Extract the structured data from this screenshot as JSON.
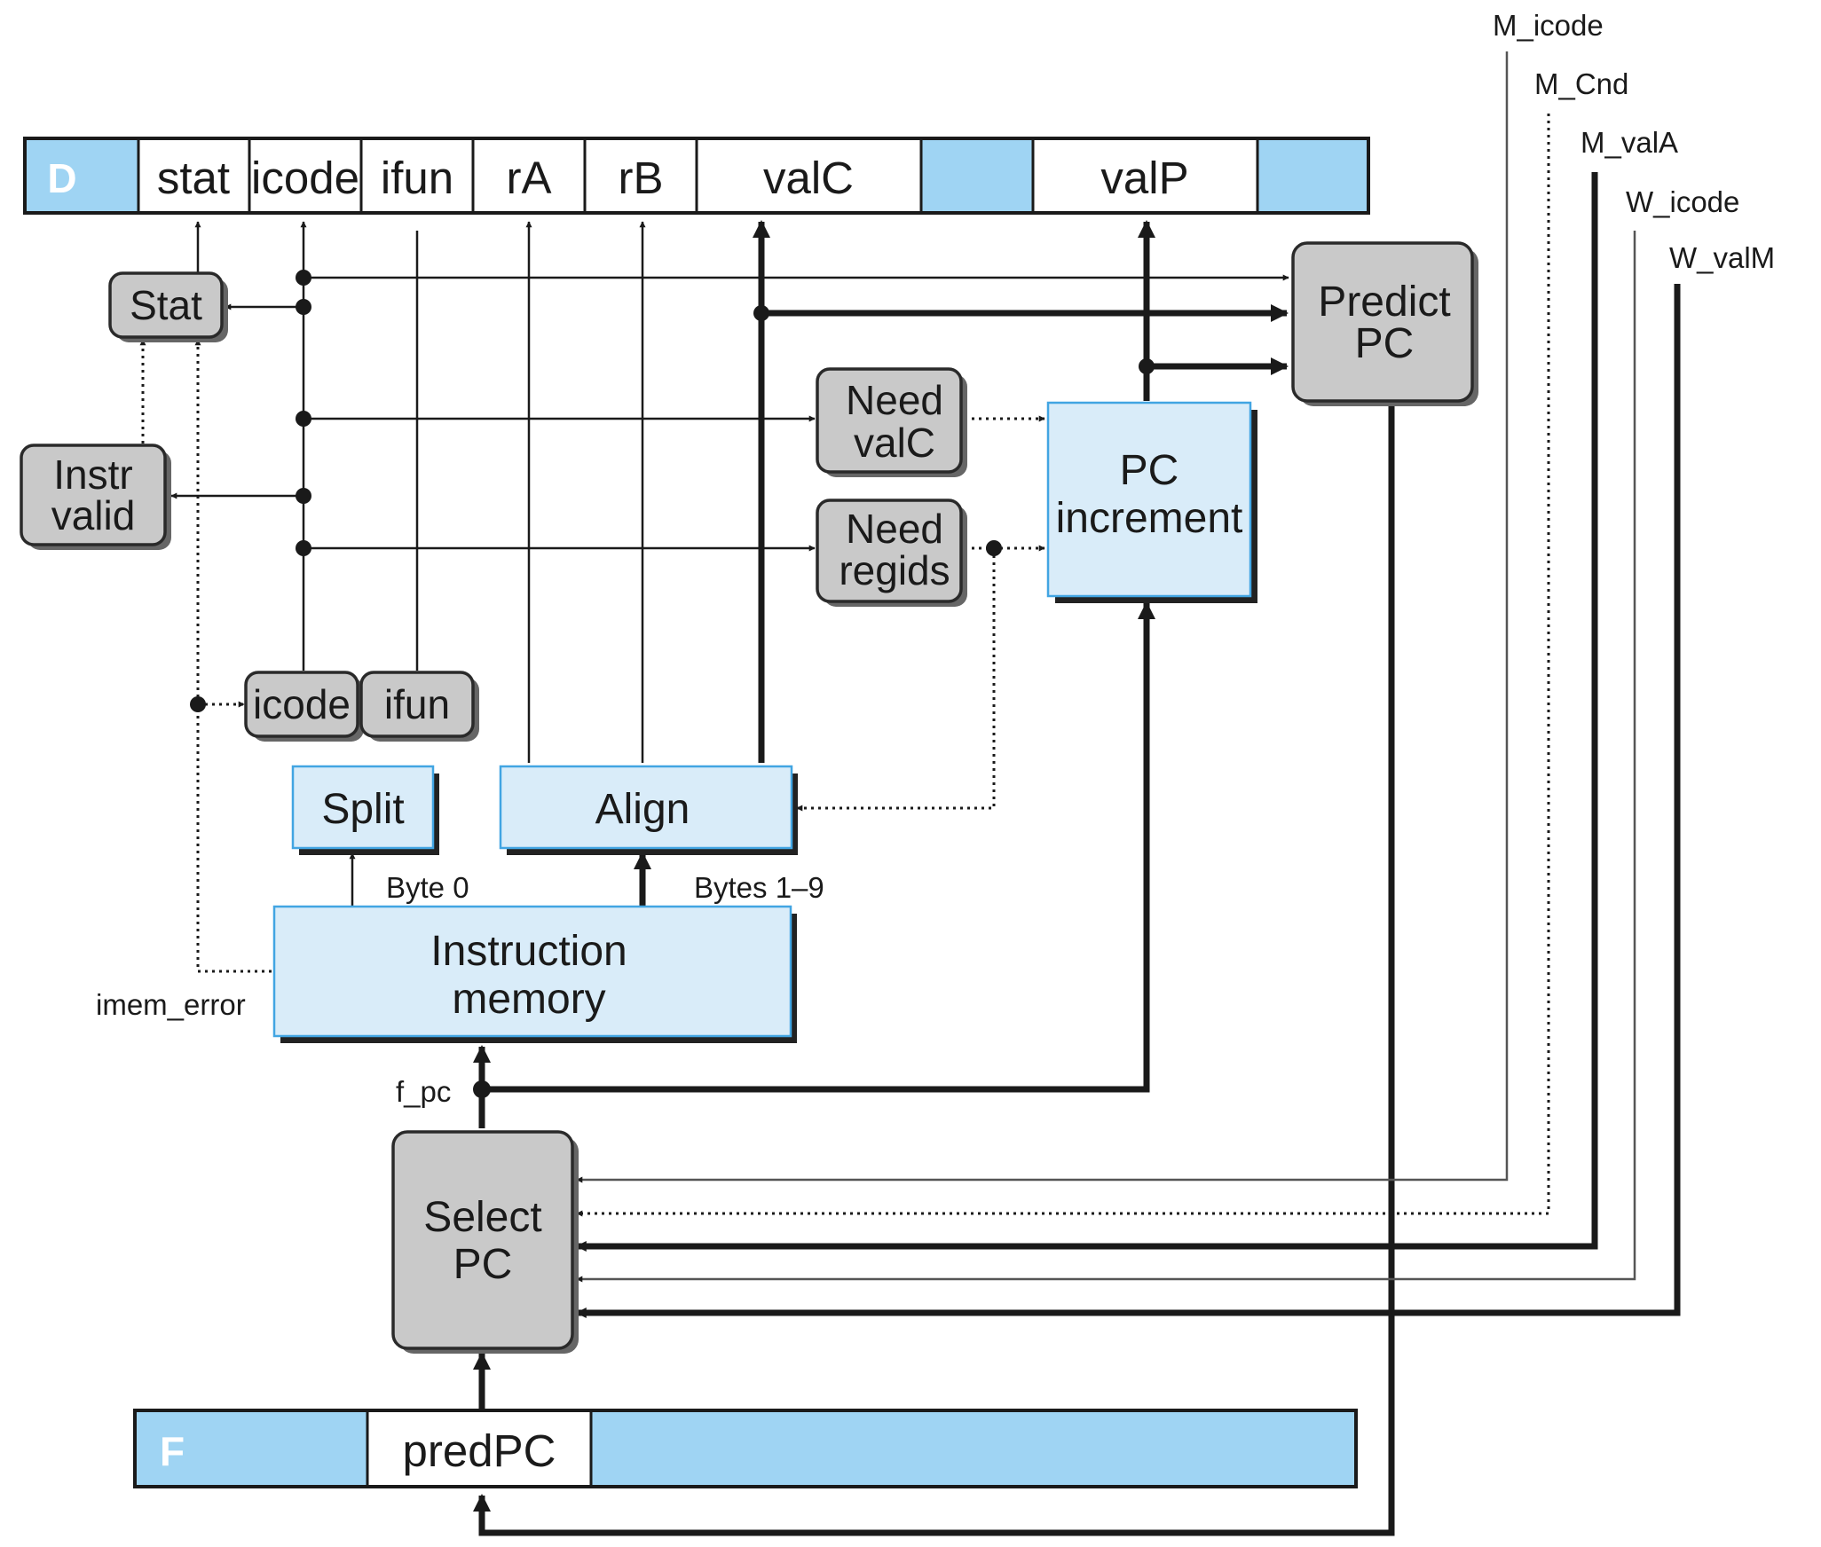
{
  "registers": {
    "decode": {
      "letter": "D",
      "fields": [
        "stat",
        "icode",
        "ifun",
        "rA",
        "rB",
        "valC",
        "valP"
      ]
    },
    "fetch": {
      "letter": "F",
      "fields": [
        "predPC"
      ]
    }
  },
  "blocks": {
    "stat": "Stat",
    "instr_valid": [
      "Instr",
      "valid"
    ],
    "need_valc": [
      "Need",
      "valC"
    ],
    "need_regids": [
      "Need",
      "regids"
    ],
    "pc_increment": [
      "PC",
      "increment"
    ],
    "predict_pc": [
      "Predict",
      "PC"
    ],
    "icode": "icode",
    "ifun": "ifun",
    "split": "Split",
    "align": "Align",
    "instruction_memory": [
      "Instruction",
      "memory"
    ],
    "select_pc": [
      "Select",
      "PC"
    ]
  },
  "signals": {
    "m_icode": "M_icode",
    "m_cnd": "M_Cnd",
    "m_vala": "M_valA",
    "w_icode": "W_icode",
    "w_valm": "W_valM",
    "byte0": "Byte 0",
    "bytes19": "Bytes 1–9",
    "imem_error": "imem_error",
    "f_pc": "f_pc"
  },
  "colors": {
    "register_fill": "#9fd4f3",
    "logic_block_fill": "#d9ecf9",
    "logic_block_border": "#42a5e2",
    "control_block_fill": "#c9c9c9"
  }
}
